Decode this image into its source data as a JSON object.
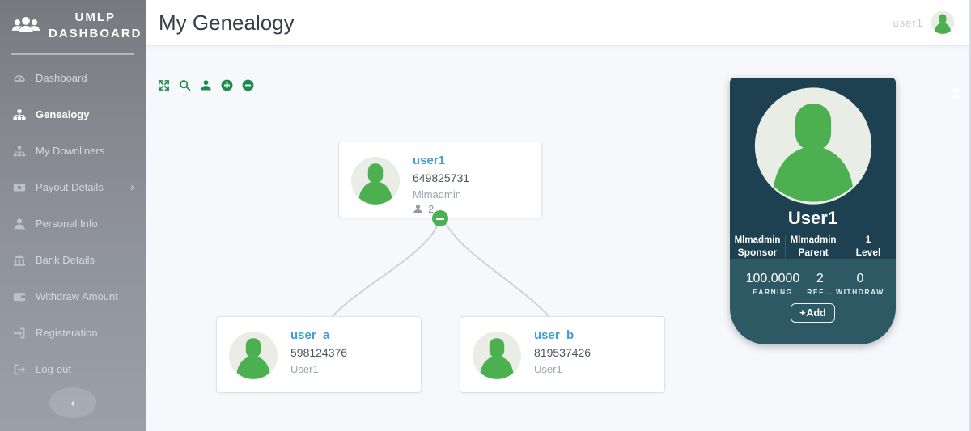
{
  "brand": {
    "line1": "UMLP",
    "line2": "DASHBOARD"
  },
  "sidebar": {
    "items": [
      {
        "label": "Dashboard"
      },
      {
        "label": "Genealogy"
      },
      {
        "label": "My Downliners"
      },
      {
        "label": "Payout Details"
      },
      {
        "label": "Personal Info"
      },
      {
        "label": "Bank Details"
      },
      {
        "label": "Withdraw Amount"
      },
      {
        "label": "Registeration"
      },
      {
        "label": "Log-out"
      }
    ]
  },
  "header": {
    "title": "My Genealogy",
    "username": "user1"
  },
  "tree": {
    "root": {
      "name": "user1",
      "member_id": "649825731",
      "sponsor": "Mlmadmin",
      "downline_count": "2"
    },
    "children": [
      {
        "name": "user_a",
        "member_id": "598124376",
        "sponsor": "User1"
      },
      {
        "name": "user_b",
        "member_id": "819537426",
        "sponsor": "User1"
      }
    ]
  },
  "profile_card": {
    "name": "User1",
    "info": [
      {
        "value": "Mlmadmin",
        "label": "Sponsor"
      },
      {
        "value": "Mlmadmin",
        "label": "Parent"
      },
      {
        "value": "1",
        "label": "Level"
      }
    ],
    "stats": [
      {
        "value": "100.0000",
        "label": "EARNING"
      },
      {
        "value": "2",
        "label": "REF..."
      },
      {
        "value": "0",
        "label": "WITHDRAW"
      }
    ],
    "add_button_label": "Add"
  },
  "colors": {
    "accent_green": "#1b8c4d",
    "avatar_green": "#4cb051",
    "link_blue": "#3f9fd8",
    "card_dark": "#1d4150",
    "card_teal": "#2d5964"
  }
}
